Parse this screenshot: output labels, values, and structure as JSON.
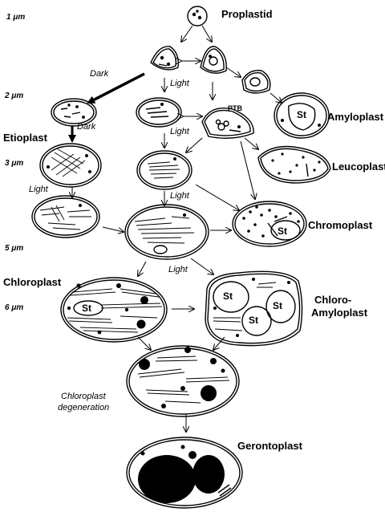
{
  "scale": {
    "s1": "1 μm",
    "s2": "2 μm",
    "s3": "3 μm",
    "s5": "5 μm",
    "s6": "6 μm"
  },
  "labels": {
    "proplastid": "Proplastid",
    "dark1": "Dark",
    "dark2": "Dark",
    "light1": "Light",
    "light2": "Light",
    "light3": "Light",
    "light4": "Light",
    "light5": "Light",
    "ptb": "PTB",
    "amyloplast": "Amyloplast",
    "etioplast": "Etioplast",
    "leucoplast": "Leucoplast",
    "chromoplast": "Chromoplast",
    "chloroplast": "Chloroplast",
    "chloro_amyloplast_1": "Chloro-",
    "chloro_amyloplast_2": "Amyloplast",
    "degeneration_1": "Chloroplast",
    "degeneration_2": "degeneration",
    "gerontoplast": "Gerontoplast",
    "st": "St"
  }
}
